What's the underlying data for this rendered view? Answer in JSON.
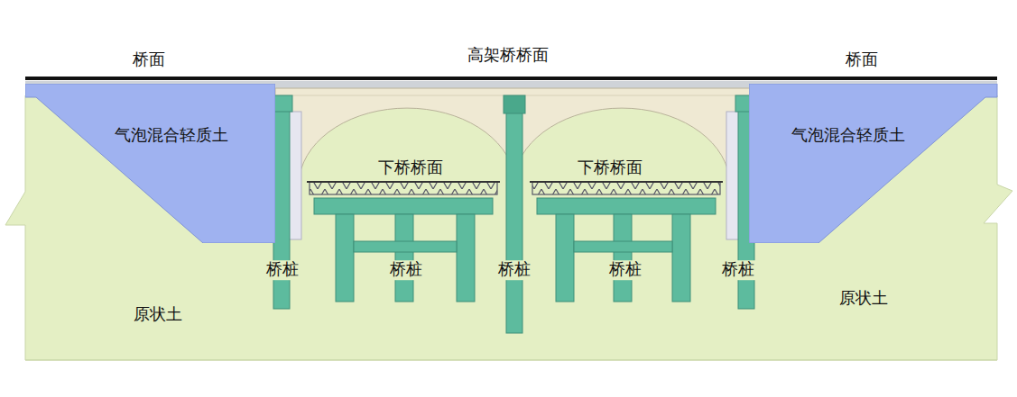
{
  "diagram": {
    "nodes": [
      {
        "text": [
          "气泡混合轻质土"
        ]
      },
      {
        "text": [
          "气泡混合轻质土"
        ]
      }
    ],
    "labels": [
      "桥面",
      "高架桥桥面",
      "桥面",
      "下桥桥面",
      "下桥桥面",
      "桥桩",
      "桥桩",
      "桥桩",
      "桥桩",
      "桥桩",
      "原状土",
      "原状土"
    ]
  }
}
